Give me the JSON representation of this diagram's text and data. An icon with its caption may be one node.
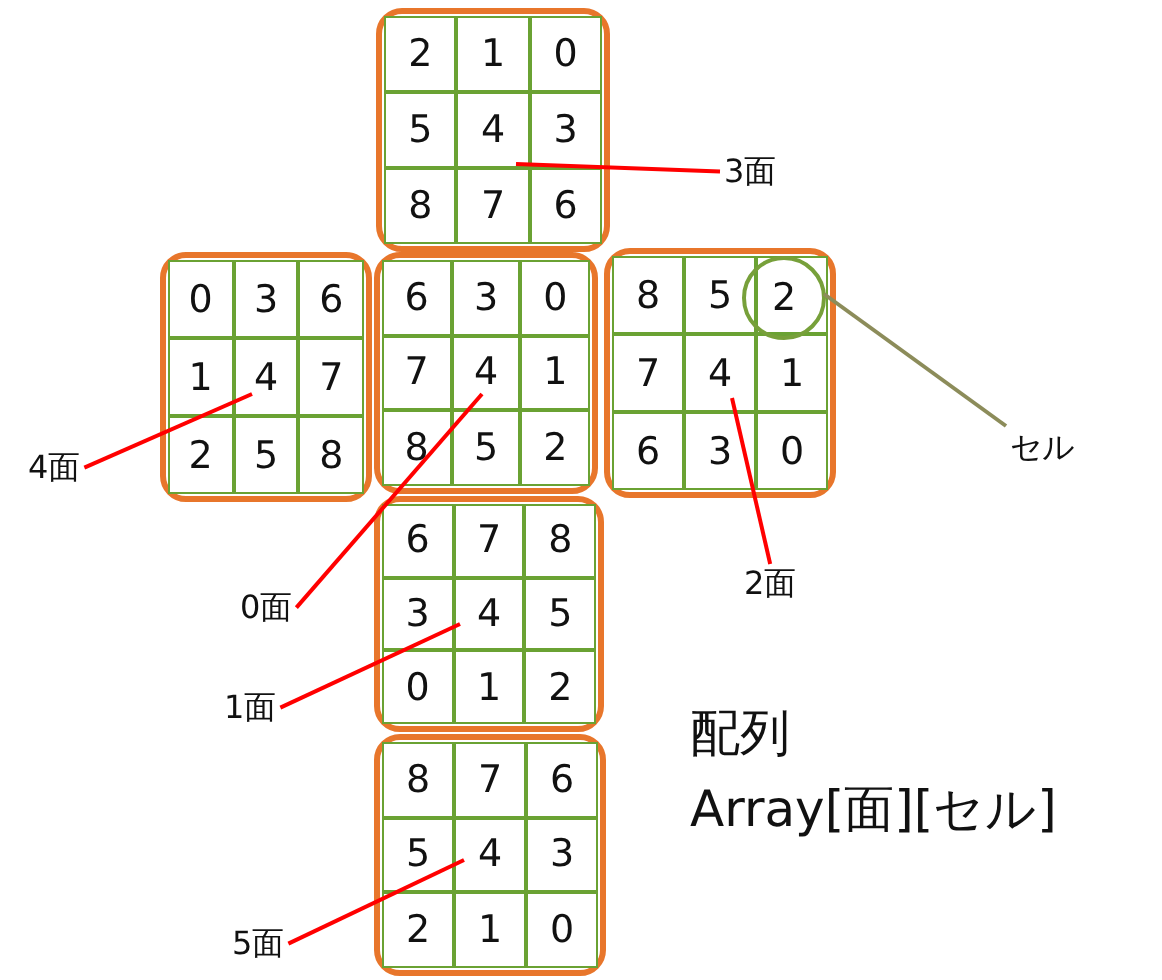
{
  "diagram": {
    "nodes": [
      {
        "text": [
          "2",
          "1",
          "0",
          "5",
          "4",
          "3",
          "8",
          "7",
          "6"
        ]
      },
      {
        "text": [
          "3面"
        ]
      },
      {
        "text": [
          "0",
          "3",
          "6",
          "1",
          "4",
          "7",
          "2",
          "5",
          "8"
        ]
      },
      {
        "text": [
          "6",
          "3",
          "0",
          "7",
          "4",
          "1",
          "8",
          "5",
          "2"
        ]
      },
      {
        "text": [
          "8",
          "5",
          "7",
          "4",
          "1",
          "6",
          "3",
          "0"
        ]
      },
      {
        "text": [
          "2"
        ],
        "in": 4
      },
      {
        "text": [
          "セル"
        ]
      },
      {
        "text": [
          "4面"
        ]
      },
      {
        "text": [
          "2面"
        ]
      },
      {
        "text": [
          "0面"
        ]
      },
      {
        "text": [
          "6",
          "7",
          "8",
          "3",
          "4",
          "5",
          "0",
          "1",
          "2"
        ]
      },
      {
        "text": [
          "1面"
        ]
      },
      {
        "text": [
          "8",
          "7",
          "6",
          "5",
          "4",
          "3",
          "2",
          "1",
          "0"
        ]
      },
      {
        "text": [
          "5面"
        ]
      }
    ],
    "edges": [
      {
        "from": 1,
        "to": 0,
        "arrow": "none"
      },
      {
        "from": 6,
        "to": 5,
        "arrow": "none",
        "color": "#8c8c5a"
      },
      {
        "from": 7,
        "to": 2,
        "arrow": "none"
      },
      {
        "from": 8,
        "to": 4,
        "arrow": "none"
      },
      {
        "from": 9,
        "to": 3,
        "arrow": "none"
      },
      {
        "from": 11,
        "to": 10,
        "arrow": "none"
      },
      {
        "from": 13,
        "to": 12,
        "arrow": "none"
      }
    ],
    "labels": [
      "配列",
      "Array[面][セル]"
    ]
  }
}
